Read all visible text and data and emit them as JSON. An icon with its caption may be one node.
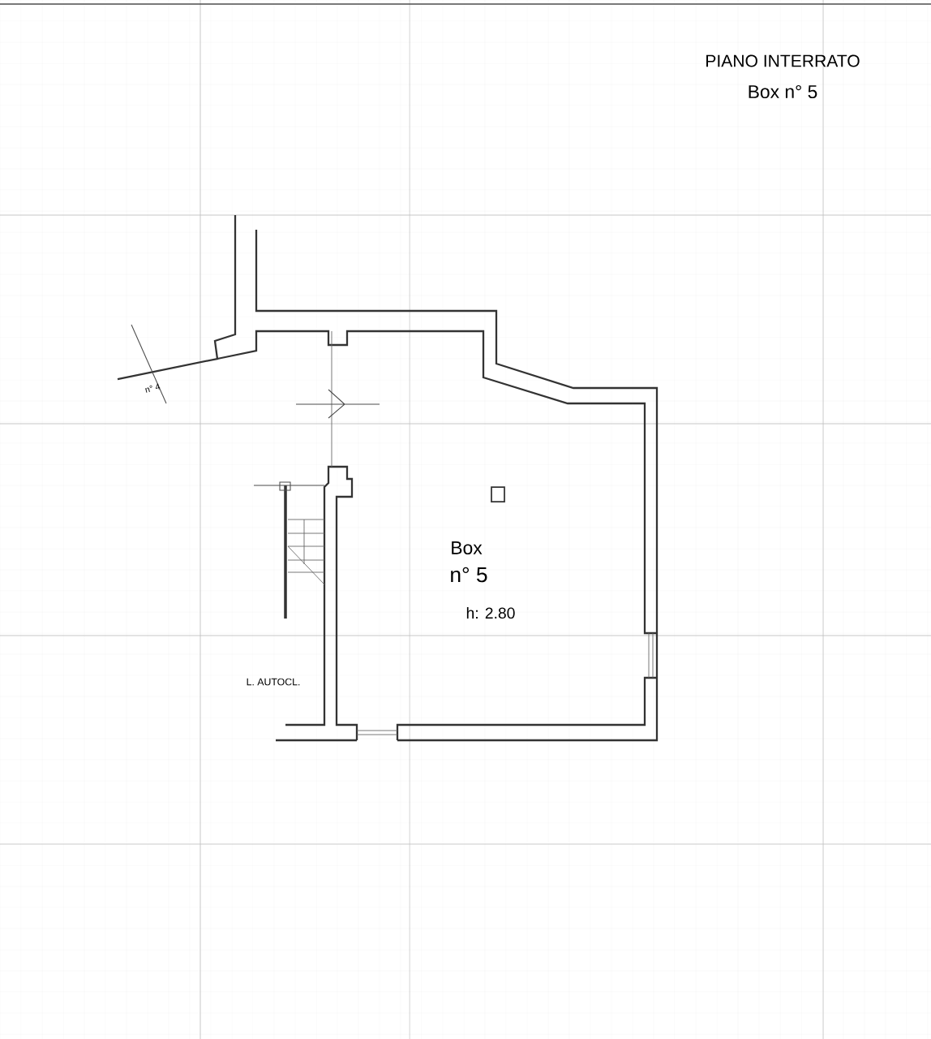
{
  "diagram": {
    "title": "PIANO INTERRATO",
    "labels": [
      "Box n° 5",
      "Box",
      "n° 5",
      "h: 2.80",
      "L. AUTOCL.",
      "n° 4"
    ]
  }
}
